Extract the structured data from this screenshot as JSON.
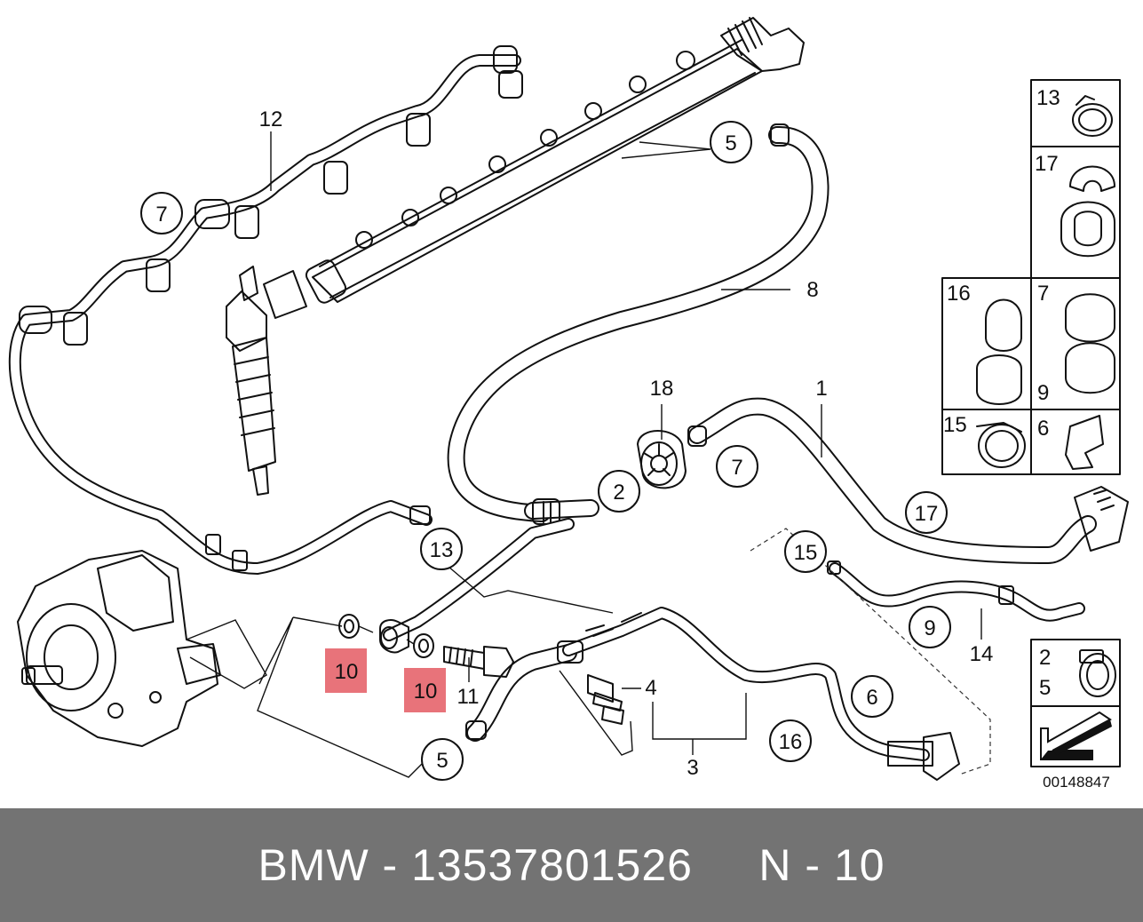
{
  "diagram": {
    "callouts": {
      "c12": "12",
      "c7a": "7",
      "c5a": "5",
      "c8": "8",
      "c18": "18",
      "c1": "1",
      "c2": "2",
      "c7b": "7",
      "c17": "17",
      "c13": "13",
      "c15": "15",
      "c9": "9",
      "c14": "14",
      "c10a": "10",
      "c10b": "10",
      "c11": "11",
      "c4": "4",
      "c6": "6",
      "c16": "16",
      "c3": "3",
      "c5b": "5"
    },
    "legend": {
      "box13": "13",
      "box17": "17",
      "box16": "16",
      "box7": "7",
      "box9": "9",
      "box15": "15",
      "box6": "6",
      "box2": "2",
      "box5": "5"
    },
    "drawing_number": "00148847"
  },
  "footer": {
    "text": "BMW - 13537801526     N - 10"
  }
}
